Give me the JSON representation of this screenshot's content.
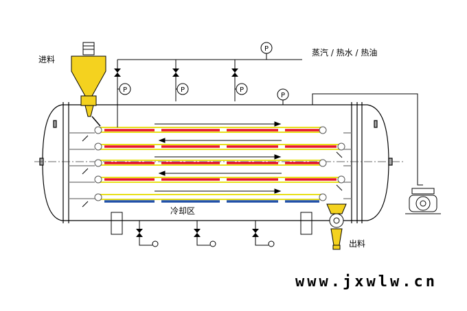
{
  "labels": {
    "feed": "进料",
    "steam": "蒸汽 / 热水 / 热油",
    "cooling_zone": "冷却区",
    "discharge": "出料",
    "website": "www.jxwlw.cn"
  },
  "gauge_letter": "P",
  "colors": {
    "heat_tube": "#e8112d",
    "cool_tube": "#1f4fa8",
    "conveyor": "#e8e01a",
    "hopper": "#f4d21f",
    "outline": "#000000",
    "center_line": "#333333"
  }
}
